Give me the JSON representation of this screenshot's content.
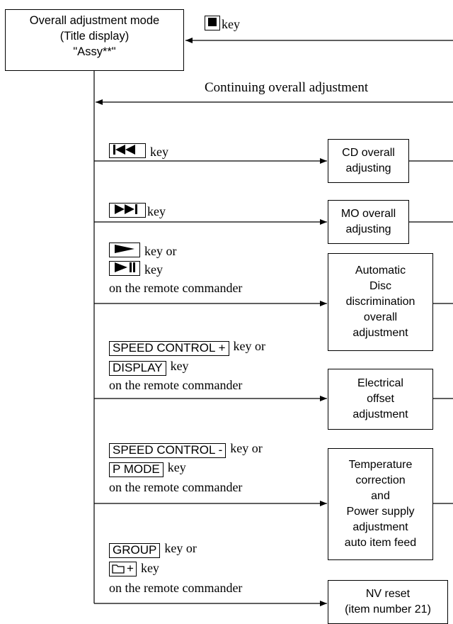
{
  "title_box": {
    "line1": "Overall adjustment mode",
    "line2": "(Title display)",
    "line3": "\"Assy**\""
  },
  "stop_key": {
    "suffix": "key",
    "icon": "stop-icon"
  },
  "continuing_label": "Continuing overall adjustment",
  "branches": [
    {
      "keys": [
        {
          "icon": "skip-back-icon",
          "suffix": "key"
        }
      ],
      "box": "CD overall\nadjusting"
    },
    {
      "keys": [
        {
          "icon": "skip-forward-icon",
          "suffix": "key"
        }
      ],
      "box": "MO overall\nadjusting"
    },
    {
      "keys": [
        {
          "icon": "play-icon",
          "suffix": "key or"
        },
        {
          "icon": "play-pause-icon",
          "suffix": "key"
        }
      ],
      "note": "on the remote commander",
      "box": "Automatic\nDisc\ndiscrimination\noverall\nadjustment"
    },
    {
      "keys": [
        {
          "label": "SPEED CONTROL +",
          "suffix": "key or"
        },
        {
          "label": "DISPLAY",
          "suffix": "key"
        }
      ],
      "note": "on the remote commander",
      "box": "Electrical\noffset\nadjustment"
    },
    {
      "keys": [
        {
          "label": "SPEED CONTROL -",
          "suffix": "key or"
        },
        {
          "label": "P MODE",
          "suffix": "key"
        }
      ],
      "note": "on the remote commander",
      "box": "Temperature\ncorrection\nand\nPower supply\nadjustment\nauto item feed"
    },
    {
      "keys": [
        {
          "label": "GROUP",
          "suffix": "key or"
        },
        {
          "icon": "folder-plus-icon",
          "label": "+",
          "suffix": "key"
        }
      ],
      "note": "on the remote commander",
      "box": "NV reset\n(item number 21)"
    }
  ]
}
